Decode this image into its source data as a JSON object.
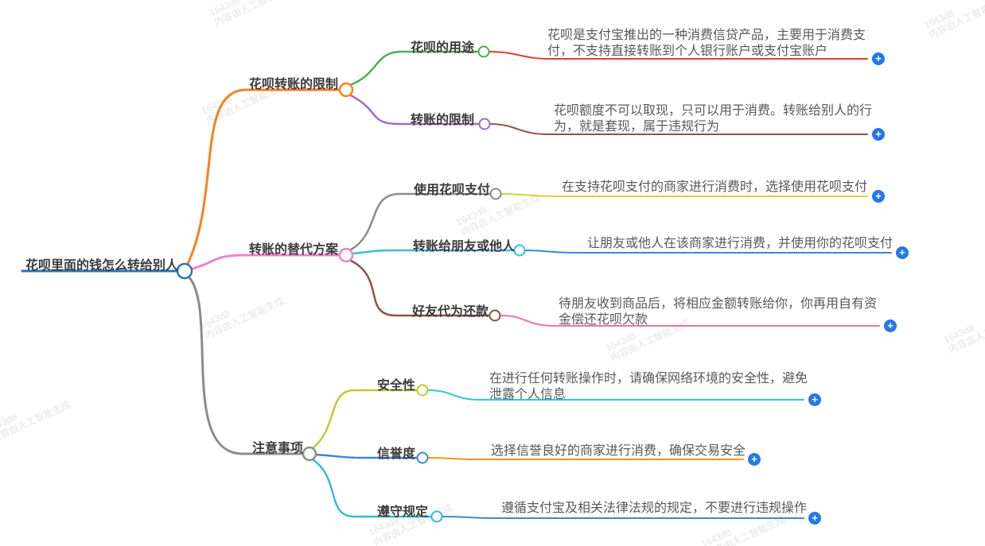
{
  "watermark": {
    "id": "1643d8",
    "label": "内容由人工智能生成"
  },
  "colors": {
    "root": "#2e74b5",
    "add_button": "#2478e8",
    "label_text": "#3b3b3b",
    "detail_text": "#595959"
  },
  "mindmap": {
    "add_button_symbol": "+",
    "root": {
      "label": "花呗里面的钱怎么转给别人",
      "color": "#2e74b5"
    },
    "branches": [
      {
        "label": "花呗转账的限制",
        "color": "#f5821f",
        "children": [
          {
            "label": "花呗的用途",
            "color": "#4bae4f",
            "line_color": "#e23c39",
            "detail": "花呗是支付宝推出的一种消费信贷产品，主要用于消费支付，不支持直接转账到个人银行账户或支付宝账户"
          },
          {
            "label": "转账的限制",
            "color": "#a06cc9",
            "line_color": "#8d5246",
            "detail": "花呗额度不可以取现，只可以用于消费。转账给别人的行为，就是套现，属于违规行为"
          }
        ]
      },
      {
        "label": "转账的替代方案",
        "color": "#ee82cd",
        "children": [
          {
            "label": "使用花呗支付",
            "color": "#8c8c8c",
            "line_color": "#d2d434",
            "detail": "在支持花呗支付的商家进行消费时，选择使用花呗支付"
          },
          {
            "label": "转账给朋友或他人",
            "color": "#35c3d8",
            "line_color": "#3c86d8",
            "detail": "让朋友或他人在该商家进行消费，并使用你的花呗支付"
          },
          {
            "label": "好友代为还款",
            "color": "#8d5246",
            "line_color": "#f06fae",
            "detail": "待朋友收到商品后，将相应金额转账给你，你再用自有资金偿还花呗欠款"
          }
        ]
      },
      {
        "label": "注意事项",
        "color": "#8c8c8c",
        "children": [
          {
            "label": "安全性",
            "color": "#c3c832",
            "line_color": "#35c3d8",
            "detail": "在进行任何转账操作时，请确保网络环境的安全性，避免泄露个人信息"
          },
          {
            "label": "信誉度",
            "color": "#3c86d8",
            "line_color": "#f5921e",
            "detail": "选择信誉良好的商家进行消费，确保交易安全"
          },
          {
            "label": "遵守规定",
            "color": "#35b9dc",
            "line_color": "#3c86d8",
            "detail": "遵循支付宝及相关法律法规的规定，不要进行违规操作"
          }
        ]
      }
    ]
  }
}
